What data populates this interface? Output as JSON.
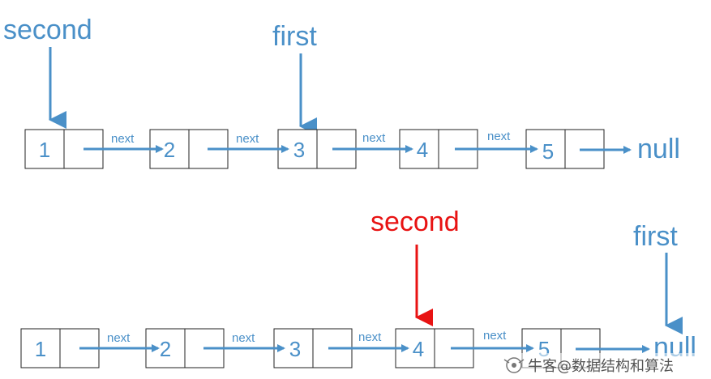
{
  "colors": {
    "accent": "#4a90c8",
    "highlight": "#e81313",
    "box_stroke": "#222222",
    "watermark": "#555555"
  },
  "top": {
    "labels": {
      "second": "second",
      "first": "first"
    },
    "nodes": [
      "1",
      "2",
      "3",
      "4",
      "5"
    ],
    "next_label": "next",
    "null_label": "null"
  },
  "bottom": {
    "labels": {
      "second": "second",
      "first": "first"
    },
    "nodes": [
      "1",
      "2",
      "3",
      "4",
      "5"
    ],
    "next_label": "next",
    "null_label": "null"
  },
  "watermark": {
    "text": "牛客@数据结构和算法"
  }
}
